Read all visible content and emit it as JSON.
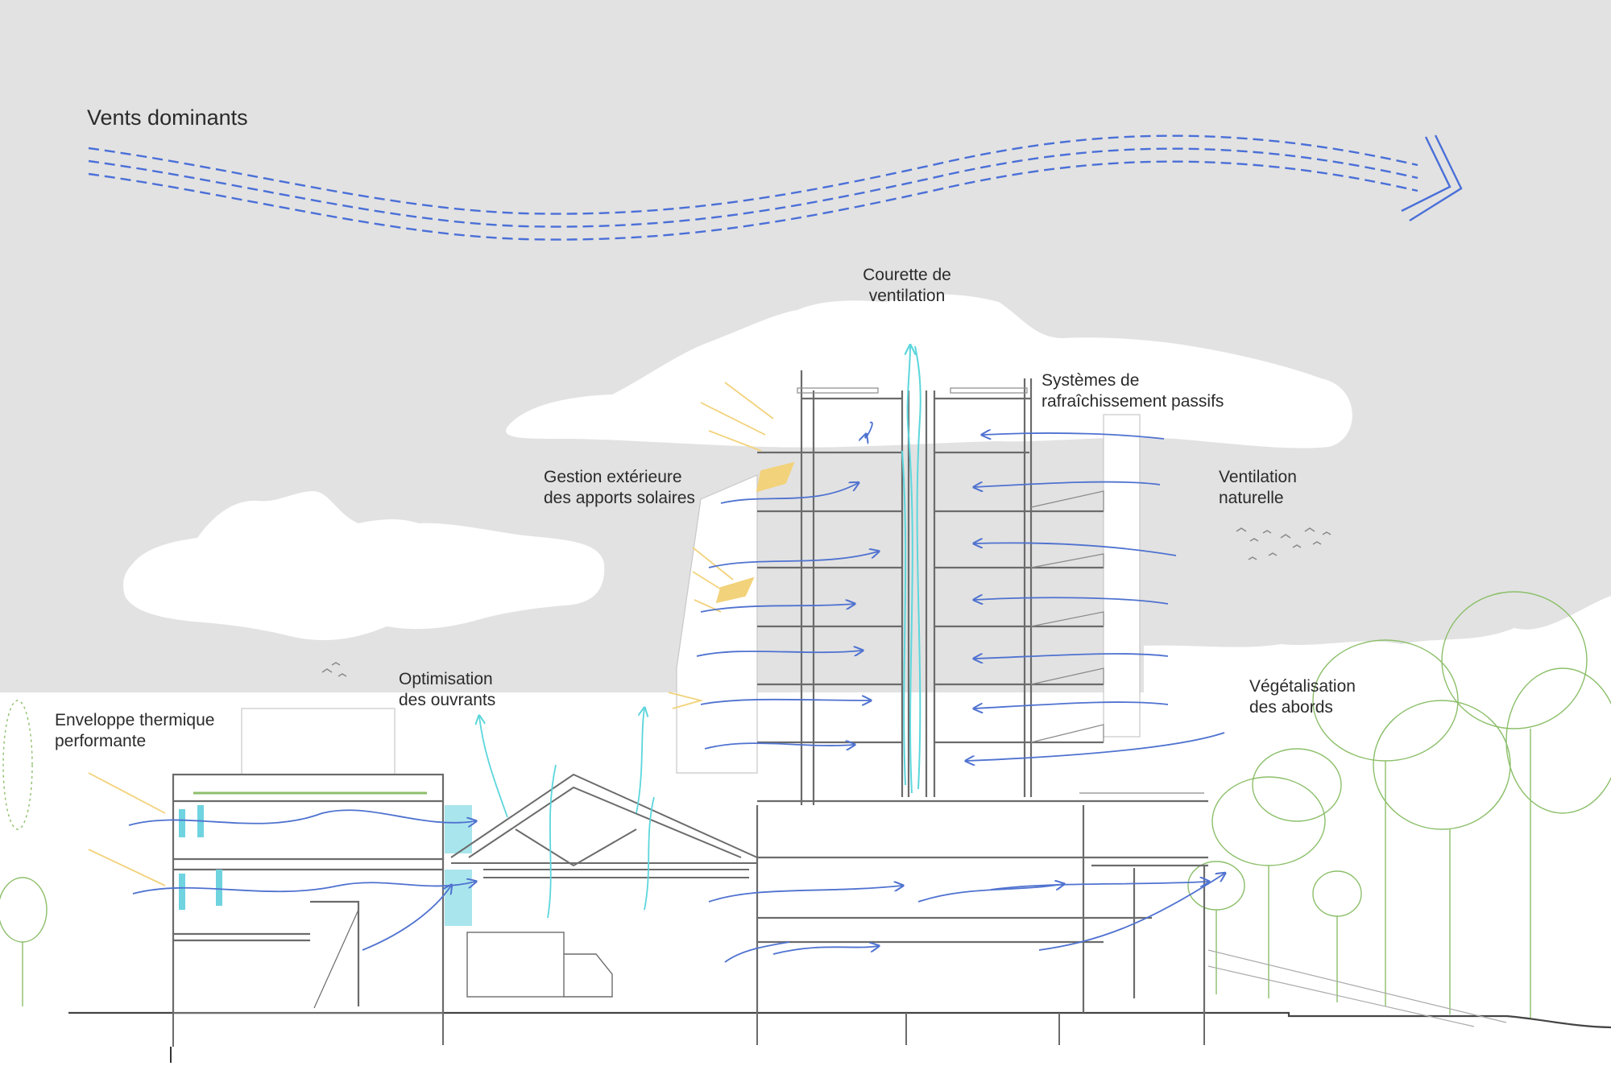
{
  "labels": {
    "prevailing_winds": "Vents dominants",
    "courette_line1": "Courette de",
    "courette_line2": "ventilation",
    "passive_line1": "Systèmes de",
    "passive_line2": "rafraîchissement passifs",
    "solar_line1": "Gestion extérieure",
    "solar_line2": "des apports solaires",
    "natural_line1": "Ventilation",
    "natural_line2": "naturelle",
    "openings_line1": "Optimisation",
    "openings_line2": "des ouvrants",
    "envelope_line1": "Enveloppe thermique",
    "envelope_line2": "performante",
    "planting_line1": "Végétalisation",
    "planting_line2": "des abords"
  },
  "colors": {
    "sky": "#e2e2e2",
    "cloud": "#ffffff",
    "wind_arrow": "#4a6fd8",
    "air_flow": "#4f72d0",
    "stack_flow": "#5cd6dc",
    "sun_rays": "#f2d27a",
    "structure": "#6b6b6b",
    "vegetation": "#8cbf6a",
    "glazing": "#6fd3e0"
  },
  "icons": {
    "wind": "dashed-wave-arrow",
    "stack": "vertical-arrow",
    "sun": "diagonal-rays",
    "tree": "outline-tree",
    "bird": "bird-silhouette"
  }
}
